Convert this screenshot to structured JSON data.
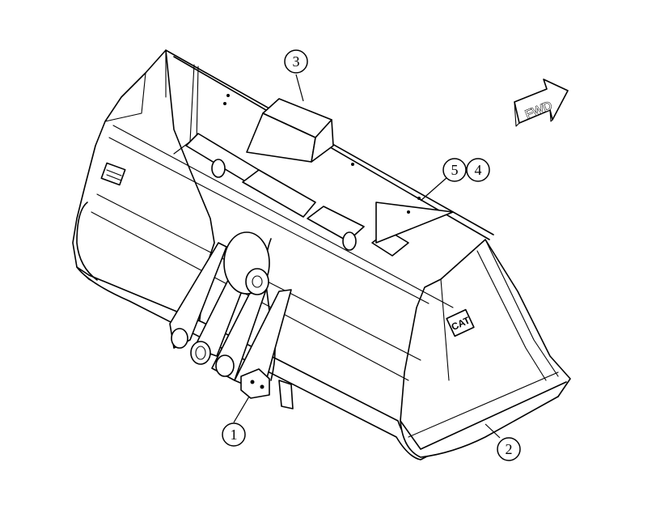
{
  "diagram": {
    "callouts": [
      {
        "id": "callout-1",
        "label": "1"
      },
      {
        "id": "callout-2",
        "label": "2"
      },
      {
        "id": "callout-3",
        "label": "3"
      },
      {
        "id": "callout-4",
        "label": "4"
      },
      {
        "id": "callout-5",
        "label": "5"
      }
    ],
    "direction_arrow": {
      "label": "FWD"
    },
    "logo_text": "CAT"
  }
}
